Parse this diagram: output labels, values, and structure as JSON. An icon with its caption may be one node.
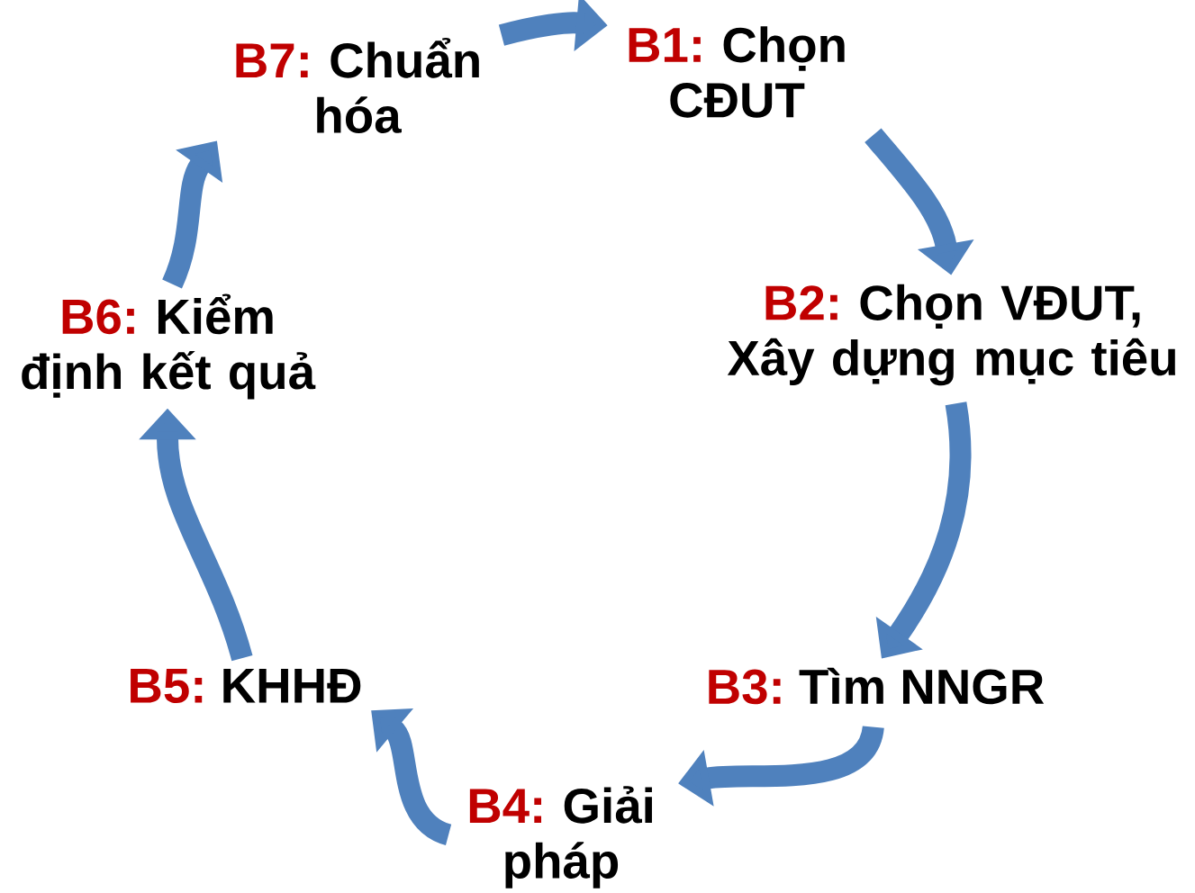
{
  "diagram": {
    "nodes": [
      {
        "text": [
          "B1:",
          "Chọn CĐUT"
        ]
      },
      {
        "text": [
          "B2:",
          "Chọn VĐUT, Xây dựng mục tiêu"
        ]
      },
      {
        "text": [
          "B3:",
          "Tìm NNGR"
        ]
      },
      {
        "text": [
          "B4:",
          "Giải pháp"
        ]
      },
      {
        "text": [
          "B5:",
          "KHHĐ"
        ]
      },
      {
        "text": [
          "B6:",
          "Kiểm định kết quả"
        ]
      },
      {
        "text": [
          "B7:",
          "Chuẩn hóa"
        ]
      }
    ],
    "edges": [
      {
        "from": 0,
        "to": 1,
        "arrow": "to"
      },
      {
        "from": 1,
        "to": 2,
        "arrow": "to"
      },
      {
        "from": 2,
        "to": 3,
        "arrow": "to"
      },
      {
        "from": 3,
        "to": 4,
        "arrow": "to"
      },
      {
        "from": 4,
        "to": 5,
        "arrow": "to"
      },
      {
        "from": 5,
        "to": 6,
        "arrow": "to"
      },
      {
        "from": 6,
        "to": 0,
        "arrow": "to"
      }
    ]
  }
}
